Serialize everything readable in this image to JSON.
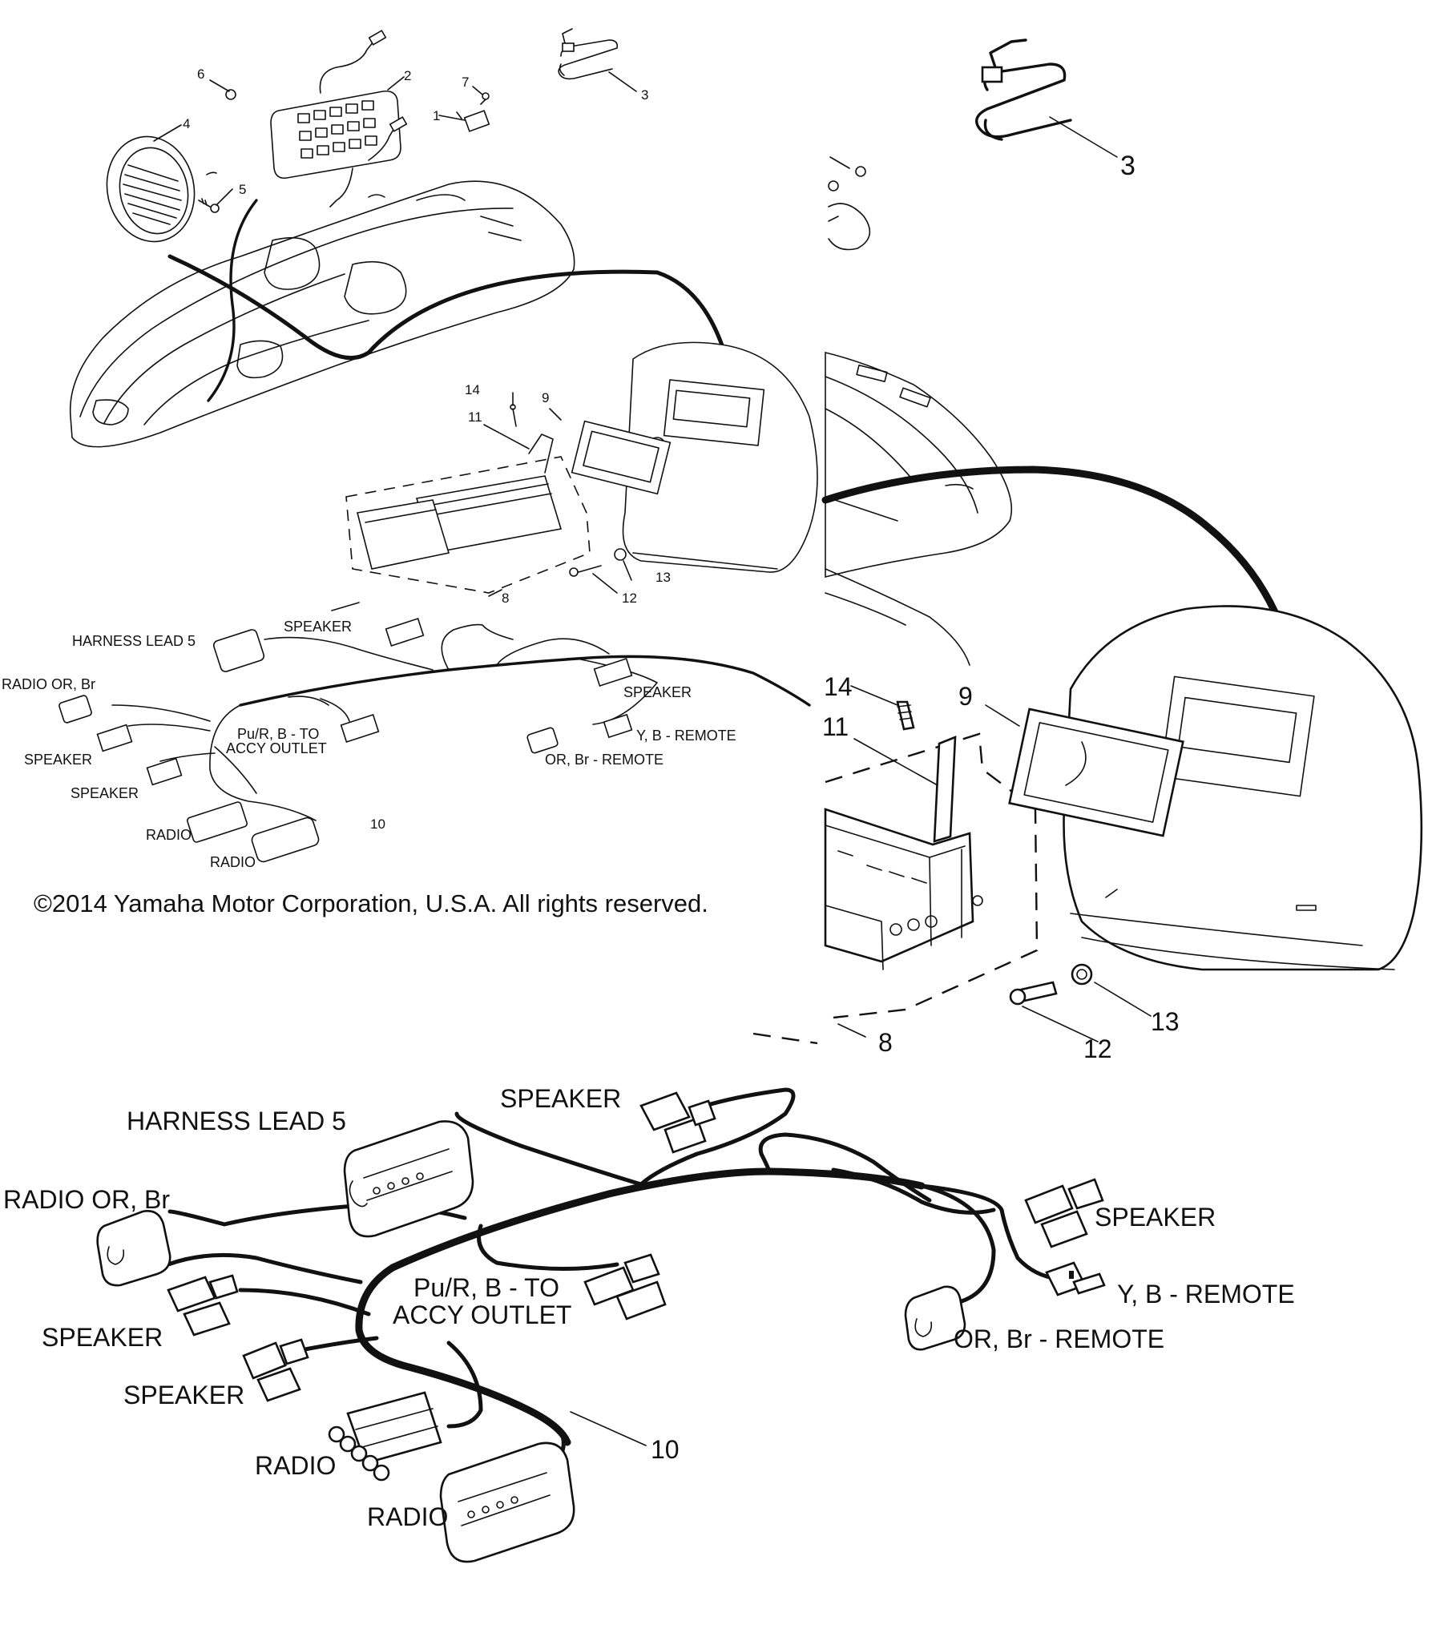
{
  "copyright": "©2014 Yamaha Motor Corporation, U.S.A. All rights reserved.",
  "overview": {
    "callouts": {
      "c1": "1",
      "c2": "2",
      "c3": "3",
      "c4": "4",
      "c5": "5",
      "c6": "6",
      "c7": "7",
      "c8": "8",
      "c9": "9",
      "c10": "10",
      "c11": "11",
      "c12": "12",
      "c13": "13",
      "c14": "14"
    },
    "harness_labels": {
      "harness_lead": "HARNESS LEAD 5",
      "speaker_top": "SPEAKER",
      "radio_or_br": "RADIO OR, Br",
      "speaker_right": "SPEAKER",
      "speaker_left1": "SPEAKER",
      "speaker_left2": "SPEAKER",
      "accy_line1": "Pu/R, B - TO",
      "accy_line2": "ACCY OUTLET",
      "y_b_remote": "Y, B - REMOTE",
      "or_br_remote": "OR, Br - REMOTE",
      "radio1": "RADIO",
      "radio2": "RADIO"
    }
  },
  "zoom_top": {
    "callouts": {
      "c3": "3",
      "c8": "8",
      "c9": "9",
      "c11": "11",
      "c12": "12",
      "c13": "13",
      "c14": "14"
    }
  },
  "zoom_harness": {
    "callout_10": "10",
    "labels": {
      "harness_lead": "HARNESS LEAD 5",
      "speaker_top": "SPEAKER",
      "radio_or_br": "RADIO OR, Br",
      "speaker_right": "SPEAKER",
      "speaker_left1": "SPEAKER",
      "speaker_left2": "SPEAKER",
      "accy_line1": "Pu/R, B - TO",
      "accy_line2": "ACCY OUTLET",
      "y_b_remote": "Y, B - REMOTE",
      "or_br_remote": "OR, Br - REMOTE",
      "radio1": "RADIO",
      "radio2": "RADIO"
    }
  },
  "icons": [
    "speaker-grille-icon",
    "control-panel-icon",
    "harness-icon",
    "boat-icon",
    "radio-unit-icon",
    "dash-housing-icon",
    "connector-icon"
  ]
}
